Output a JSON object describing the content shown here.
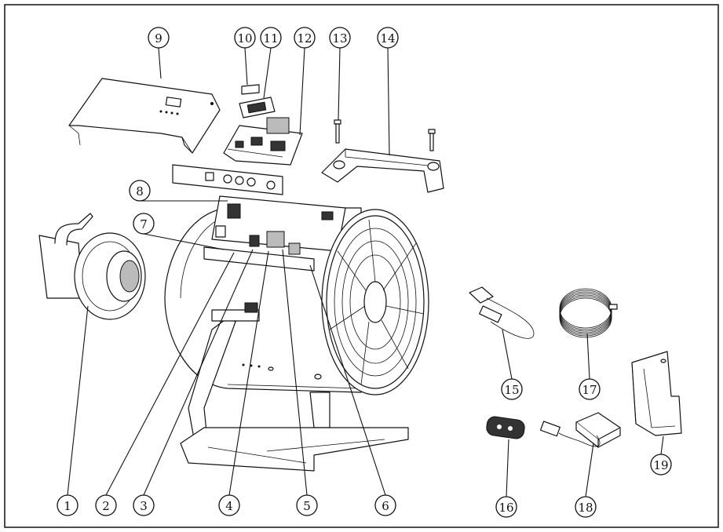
{
  "callouts": [
    {
      "label": "1"
    },
    {
      "label": "2"
    },
    {
      "label": "3"
    },
    {
      "label": "4"
    },
    {
      "label": "5"
    },
    {
      "label": "6"
    },
    {
      "label": "7"
    },
    {
      "label": "8"
    },
    {
      "label": "9"
    },
    {
      "label": "10"
    },
    {
      "label": "11"
    },
    {
      "label": "12"
    },
    {
      "label": "13"
    },
    {
      "label": "14"
    },
    {
      "label": "15"
    },
    {
      "label": "16"
    },
    {
      "label": "17"
    },
    {
      "label": "18"
    },
    {
      "label": "19"
    }
  ],
  "colors": {
    "line": "#111111",
    "background": "#ffffff"
  }
}
